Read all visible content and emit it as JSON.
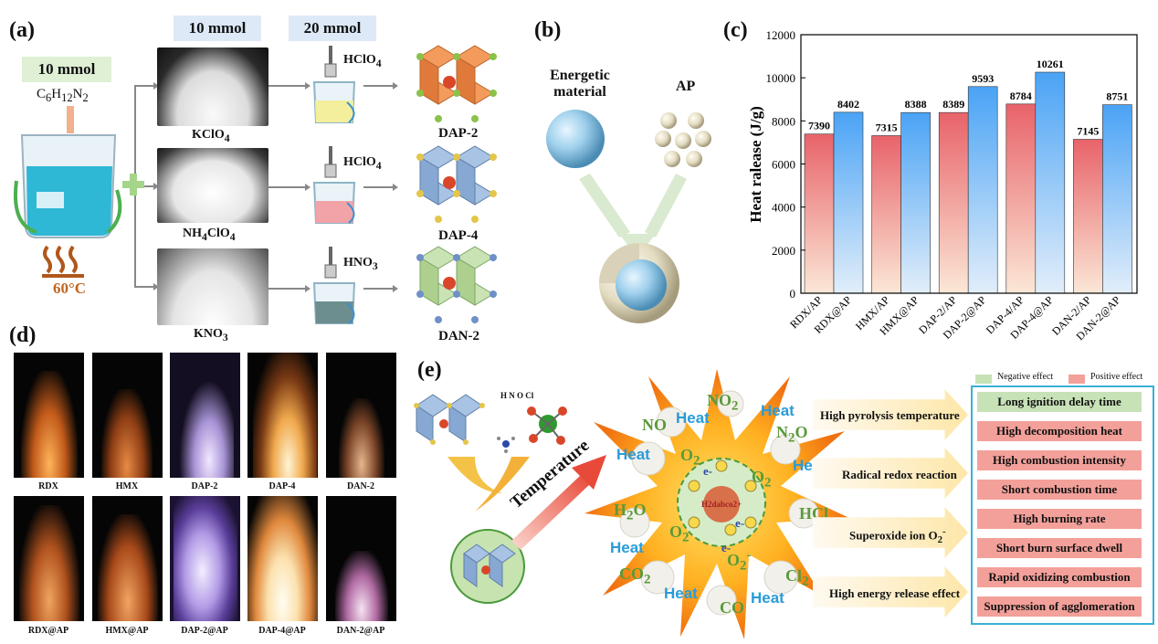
{
  "panels": {
    "a": "(a)",
    "b": "(b)",
    "c": "(c)",
    "d": "(d)",
    "e": "(e)"
  },
  "panel_a": {
    "hdr_10mmol": "10 mmol",
    "hdr_20mmol": "20 mmol",
    "left_10mmol": "10 mmol",
    "formula": "C6H12N2",
    "temperature": "60°C",
    "salts": [
      "KClO4",
      "NH4ClO4",
      "KNO3"
    ],
    "acids": [
      "HClO4",
      "HClO4",
      "HNO3"
    ],
    "products": [
      "DAP-2",
      "DAP-4",
      "DAN-2"
    ]
  },
  "panel_b": {
    "energetic": "Energetic material",
    "ap": "AP"
  },
  "chart_data": {
    "type": "bar",
    "ylabel": "Heat ralease (J/g)",
    "ylim": [
      0,
      12000
    ],
    "yticks": [
      "0",
      "2000",
      "4000",
      "6000",
      "8000",
      "10000",
      "12000"
    ],
    "categories": [
      "RDX/AP",
      "RDX@AP",
      "HMX/AP",
      "HMX@AP",
      "DAP-2/AP",
      "DAP-2@AP",
      "DAP-4/AP",
      "DAP-4@AP",
      "DAN-2/AP",
      "DAN-2@AP"
    ],
    "values": [
      7390,
      8402,
      7315,
      8388,
      8389,
      9593,
      8784,
      10261,
      7145,
      8751
    ],
    "colors": {
      "mixture": "#e8636a",
      "core_shell": "#4aa3f5"
    }
  },
  "panel_d": {
    "top": [
      "RDX",
      "HMX",
      "DAP-2",
      "DAP-4",
      "DAN-2"
    ],
    "bottom": [
      "RDX@AP",
      "HMX@AP",
      "DAP-2@AP",
      "DAP-4@AP",
      "DAN-2@AP"
    ]
  },
  "panel_e": {
    "atoms_legend": "H N O Cl",
    "temperature": "Temperature",
    "center": "H2dabco2+",
    "gases": [
      "NO2",
      "NO",
      "N2O",
      "H2O",
      "O2",
      "O2",
      "O2",
      "O2",
      "HCl",
      "CO2",
      "Cl2",
      "CO"
    ],
    "heat": "Heat",
    "electron": "e-",
    "mechanisms": [
      "High pyrolysis temperature",
      "Radical redox reaction",
      "Superoxide ion O2-",
      "High energy release effect"
    ],
    "legend_negative": "Negative effect",
    "legend_positive": "Positive effect",
    "effects": [
      "Long ignition delay time",
      "High decomposition heat",
      "High combustion intensity",
      "Short combustion time",
      "High burning rate",
      "Short burn surface dwell",
      "Rapid oxidizing combustion",
      "Suppression of agglomeration"
    ],
    "negative_color": "#c8e2b8",
    "positive_color": "#f3a09a"
  }
}
